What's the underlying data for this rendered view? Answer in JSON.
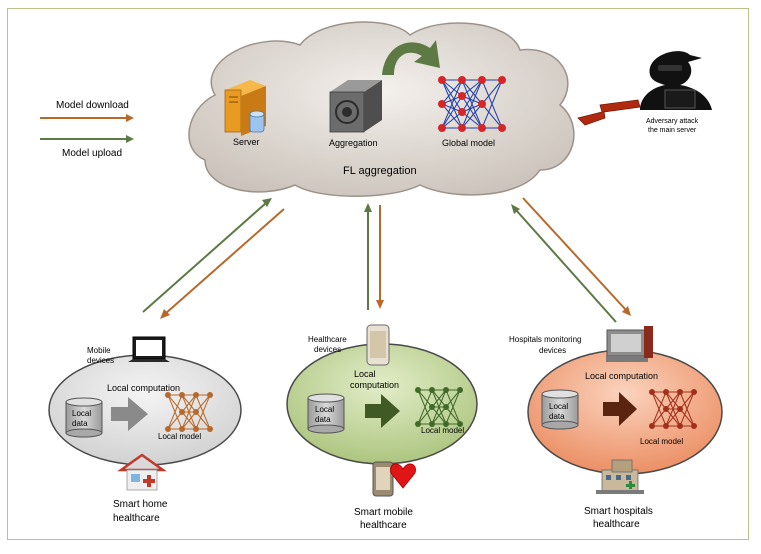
{
  "legend": {
    "model_download": "Model download",
    "model_upload": "Model upload",
    "download_color": "#b8692a",
    "upload_color": "#5d7a45"
  },
  "cloud": {
    "server": "Server",
    "aggregation": "Aggregation",
    "global_model": "Global model",
    "fl_aggregation": "FL aggregation"
  },
  "adversary": {
    "line1": "Adversary attack",
    "line2": "the main server"
  },
  "nodes": [
    {
      "device_line1": "Mobile",
      "device_line2": "devices",
      "computation_line1": "Local computation",
      "computation_line2": "",
      "data_line1": "Local",
      "data_line2": "data",
      "model": "Local model",
      "title_line1": "Smart home",
      "title_line2": "healthcare",
      "fill": "#e6e6e6",
      "arrow_color": "#8a8a8a",
      "net_color": "#b8692a"
    },
    {
      "device_line1": "Healthcare",
      "device_line2": "devices",
      "computation_line1": "Local",
      "computation_line2": "computation",
      "data_line1": "Local",
      "data_line2": "data",
      "model": "Local model",
      "title_line1": "Smart mobile",
      "title_line2": "healthcare",
      "fill": "#c9dba0",
      "arrow_color": "#3f5a22",
      "net_color": "#3f6a2a"
    },
    {
      "device_line1": "Hospitals monitoring",
      "device_line2": "devices",
      "computation_line1": "Local computation",
      "computation_line2": "",
      "data_line1": "Local",
      "data_line2": "data",
      "model": "Local model",
      "title_line1": "Smart hospitals",
      "title_line2": "healthcare",
      "fill": "#f3a178",
      "arrow_color": "#5a2410",
      "net_color": "#a3301c"
    }
  ]
}
